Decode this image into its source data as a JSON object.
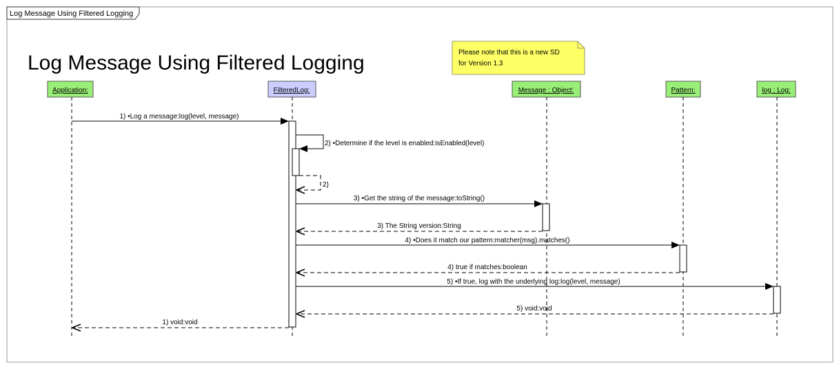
{
  "frame": {
    "tab_label": "Log Message Using Filtered Logging"
  },
  "title": "Log Message Using Filtered Logging",
  "note": {
    "line1": "Please note that this is a new SD",
    "line2": "for Version 1.3"
  },
  "lifelines": [
    {
      "label": "Application:",
      "fill": "#99ee77"
    },
    {
      "label": "FilteredLog:",
      "fill": "#ccccff"
    },
    {
      "label": "Message : Object:",
      "fill": "#99ee77"
    },
    {
      "label": "Pattern:",
      "fill": "#99ee77"
    },
    {
      "label": "log : Log:",
      "fill": "#99ee77"
    }
  ],
  "messages": [
    {
      "label": "1) •Log a message:log(level, message)"
    },
    {
      "label": "2) •Determine if the level is enabled:isEnabled(level)"
    },
    {
      "label": "2)"
    },
    {
      "label": "3) •Get the string of the message:toString()"
    },
    {
      "label": "3) The String version:String"
    },
    {
      "label": "4) •Does it match our pattern:matcher(msg).matches()"
    },
    {
      "label": "4) true if matches:boolean"
    },
    {
      "label": "5) •If true, log with the underlying log:log(level, message)"
    },
    {
      "label": "5) void:void"
    },
    {
      "label": "1) void:void"
    }
  ],
  "colors": {
    "note_fill": "#ffff66",
    "activation_fill": "#ffffff",
    "line": "#000000"
  }
}
